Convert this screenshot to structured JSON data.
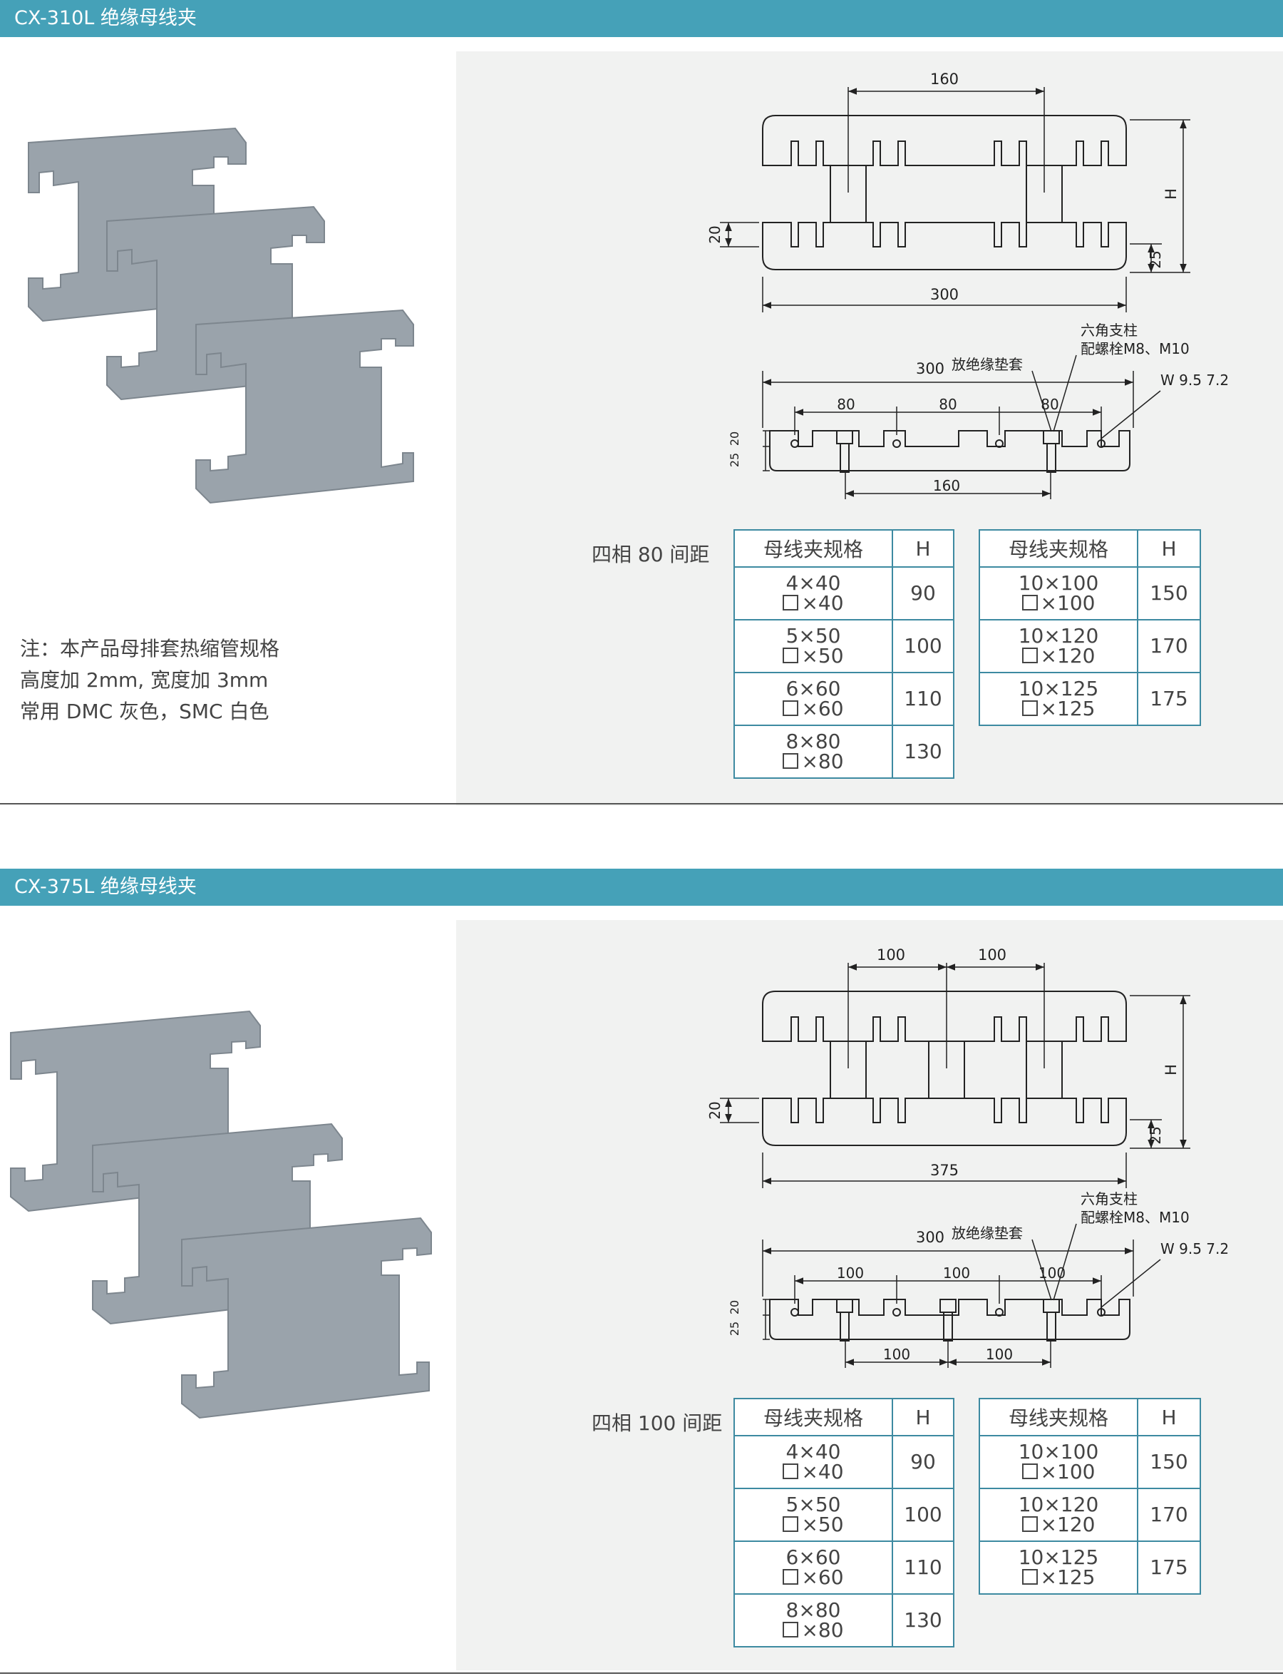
{
  "sections": [
    {
      "title": "CX-310L 绝缘母线夹",
      "note": [
        "注：本产品母排套热缩管规格",
        "高度加 2mm, 宽度加 3mm",
        "常用 DMC 灰色，SMC 白色"
      ],
      "drawing": {
        "top_spacing": [
          "160"
        ],
        "dim_20": "20",
        "dim_25": "25",
        "dim_H": "H",
        "total_length": "300",
        "side_length": "300",
        "insulation_sleeve": "放绝缘垫套",
        "hex_post_1": "六角支柱",
        "hex_post_2": "配螺栓M8、M10",
        "slot": "W 9.5  7.2",
        "phase_spacing": [
          "80",
          "80",
          "80"
        ],
        "bottom_spacing": [
          "160"
        ]
      },
      "table_label": "四相 80 间距",
      "table_left": {
        "headers": [
          "母线夹规格",
          "H"
        ],
        "rows": [
          {
            "a": "4×40",
            "b": "×40",
            "h": "90"
          },
          {
            "a": "5×50",
            "b": "×50",
            "h": "100"
          },
          {
            "a": "6×60",
            "b": "×60",
            "h": "110"
          },
          {
            "a": "8×80",
            "b": "×80",
            "h": "130"
          }
        ]
      },
      "table_right": {
        "headers": [
          "母线夹规格",
          "H"
        ],
        "rows": [
          {
            "a": "10×100",
            "b": "×100",
            "h": "150"
          },
          {
            "a": "10×120",
            "b": "×120",
            "h": "170"
          },
          {
            "a": "10×125",
            "b": "×125",
            "h": "175"
          }
        ]
      }
    },
    {
      "title": "CX-375L 绝缘母线夹",
      "drawing": {
        "top_spacing": [
          "100",
          "100"
        ],
        "dim_20": "20",
        "dim_25": "25",
        "dim_H": "H",
        "total_length": "375",
        "side_length": "300",
        "insulation_sleeve": "放绝缘垫套",
        "hex_post_1": "六角支柱",
        "hex_post_2": "配螺栓M8、M10",
        "slot": "W 9.5  7.2",
        "phase_spacing": [
          "100",
          "100",
          "100"
        ],
        "bottom_spacing": [
          "100",
          "100"
        ]
      },
      "table_label": "四相 100 间距",
      "table_left": {
        "headers": [
          "母线夹规格",
          "H"
        ],
        "rows": [
          {
            "a": "4×40",
            "b": "×40",
            "h": "90"
          },
          {
            "a": "5×50",
            "b": "×50",
            "h": "100"
          },
          {
            "a": "6×60",
            "b": "×60",
            "h": "110"
          },
          {
            "a": "8×80",
            "b": "×80",
            "h": "130"
          }
        ]
      },
      "table_right": {
        "headers": [
          "母线夹规格",
          "H"
        ],
        "rows": [
          {
            "a": "10×100",
            "b": "×100",
            "h": "150"
          },
          {
            "a": "10×120",
            "b": "×120",
            "h": "170"
          },
          {
            "a": "10×125",
            "b": "×125",
            "h": "175"
          }
        ]
      }
    }
  ],
  "colors": {
    "header_bar": "#45a1b8",
    "table_border": "#3d8aa1",
    "panel": "#f1f2f1",
    "part_grey": "#9aa3ab"
  }
}
